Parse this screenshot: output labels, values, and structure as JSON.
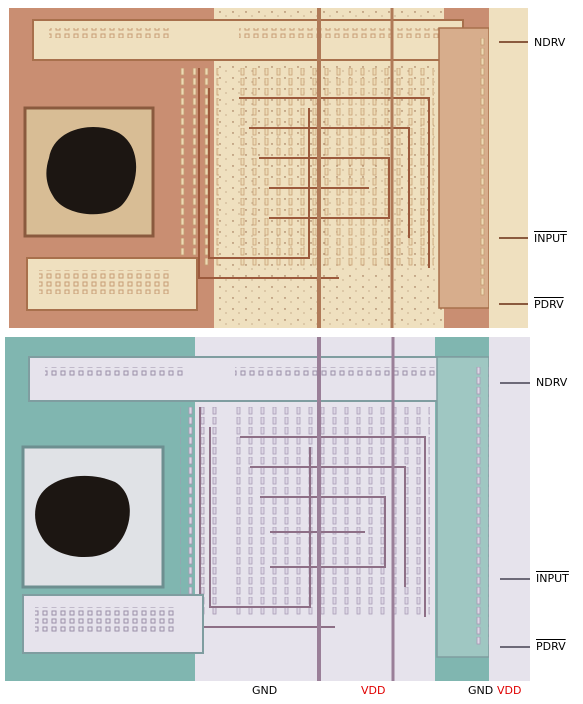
{
  "colors": {
    "top_substrate": "#c98e72",
    "top_metal": "#efe0bf",
    "top_metal_line": "#d1ad86",
    "top_poly": "#9c5a3c",
    "bottom_substrate": "#80b6b0",
    "bottom_metal": "#e6e3ec",
    "bottom_metal_line": "#b3a7bf",
    "bottom_poly": "#8d6f86",
    "damage": "#1c1612",
    "vdd_label": "#e00000"
  },
  "top_panel": {
    "labels": {
      "ndrv": "NDRV",
      "input": "INPUT",
      "pdrv": "PDRV"
    }
  },
  "bottom_panel": {
    "labels": {
      "ndrv": "NDRV",
      "input": "INPUT",
      "pdrv": "PDRV",
      "gnd_center": "GND",
      "vdd_center": "VDD",
      "gnd_right": "GND",
      "vdd_right": "VDD"
    }
  }
}
